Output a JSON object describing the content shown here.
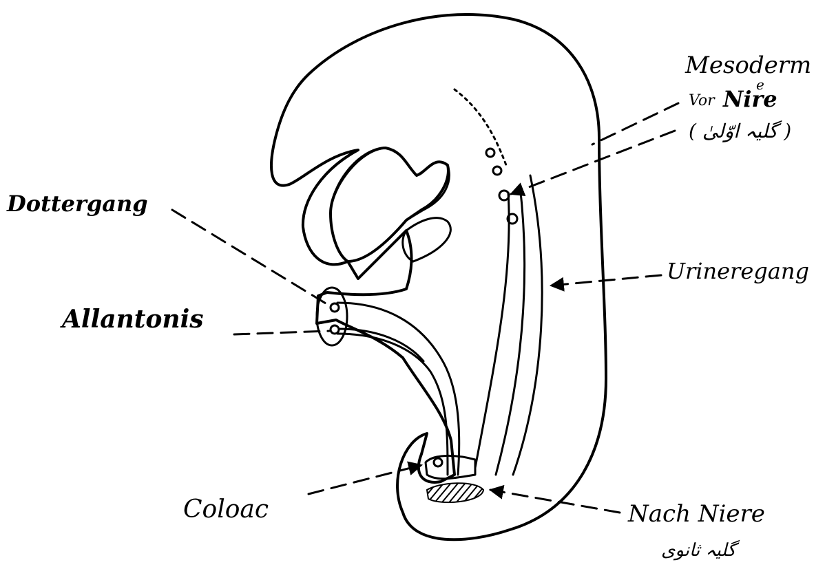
{
  "labels": {
    "mesoderm": "Mesoderm",
    "vorniere_prefix": "Vor",
    "vorniere_main": "Nire",
    "vorniere_superscript": "e",
    "vorniere_urdu": "( گلیہ اوّلیٰ )",
    "dottergang": "Dottergang",
    "allantonis": "Allantonis",
    "urineregang": "Urineregang",
    "coloac": "Coloac",
    "nachniere": "Nach Niere",
    "nachniere_urdu": "گلیہ ثانوی"
  },
  "colors": {
    "ink": "#000000",
    "paper": "#ffffff",
    "hatch": "#000000"
  }
}
